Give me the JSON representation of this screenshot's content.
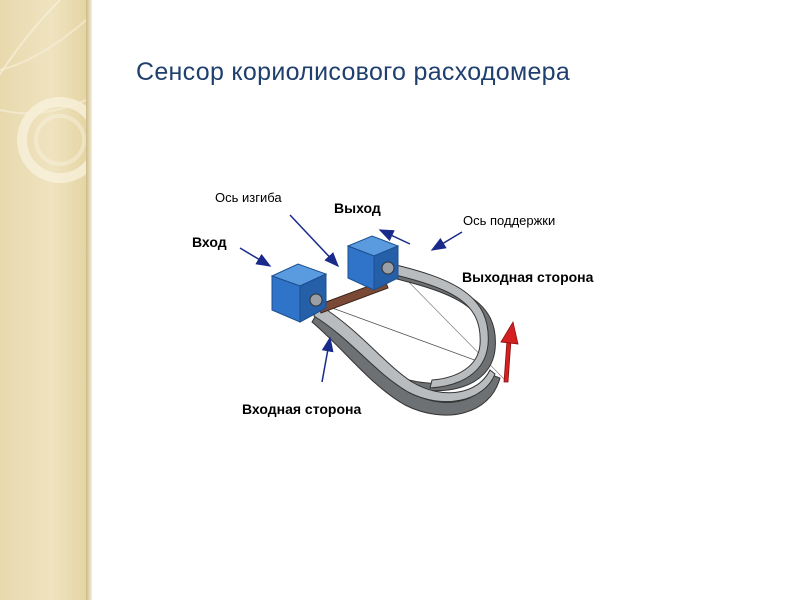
{
  "slide": {
    "title": "Сенсор кориолисового расходомера"
  },
  "diagram": {
    "labels": {
      "bend_axis": "Ось изгиба",
      "outlet": "Выход",
      "support_axis": "Ось поддержки",
      "inlet": "Вход",
      "outlet_side": "Выходная сторона",
      "inlet_side": "Входная сторона"
    }
  },
  "colors": {
    "title": "#1f3f6e",
    "block_blue": "#2f74c8",
    "tube_gray": "#b9bcbe",
    "tube_dark": "#6e7174",
    "arrow_navy": "#1a2a8a",
    "motion_red": "#d42020",
    "rod_brown": "#7a4a36",
    "sidebar_tan": "#ecdfb7"
  }
}
